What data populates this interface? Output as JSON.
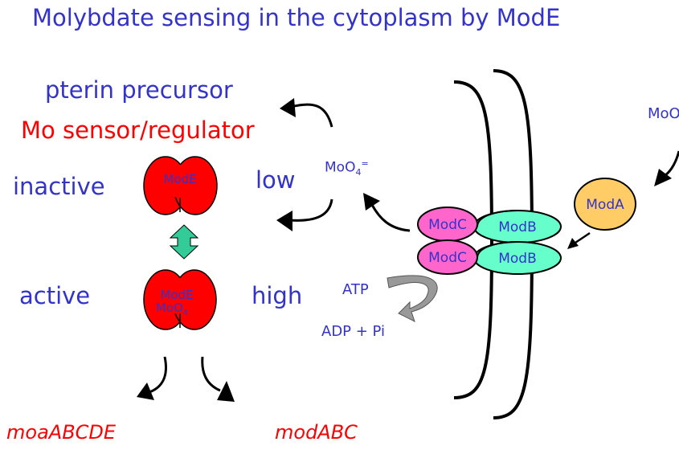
{
  "title": "Molybdate sensing in the cytoplasm by ModE",
  "labels": {
    "pterin": "pterin precursor",
    "sensor": "Mo sensor/regulator",
    "inactive": "inactive",
    "active": "active",
    "low": "low",
    "high": "high",
    "moo4_base": "MoO",
    "moo4_sub": "4",
    "moo4_sup": "=",
    "atp": "ATP",
    "adp": "ADP + Pi",
    "moa": "moaABCDE",
    "mod": "modABC",
    "mo_cut": "MoO"
  },
  "proteins": {
    "mode_top": "ModE",
    "mode_bottom": "ModE",
    "mode_bottom_moo4": "MoO",
    "mode_bottom_moo4_sub": "4",
    "modc_top": "ModC",
    "modc_bottom": "ModC",
    "modb_top": "ModB",
    "modb_bottom": "ModB",
    "moda": "ModA"
  },
  "colors": {
    "text_blue": "#3333cc",
    "text_red": "#ff0000",
    "mode_fill": "#ff0000",
    "modc_fill": "#ff66cc",
    "modb_fill": "#66ffcc",
    "moda_fill": "#ffcc66",
    "double_arrow_fill": "#33cc99",
    "atp_arrow_fill": "#999999"
  }
}
